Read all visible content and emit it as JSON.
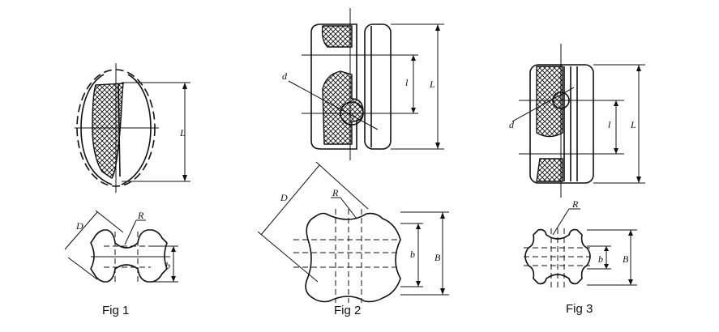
{
  "figures": [
    {
      "caption": "Fig 1",
      "labels": {
        "L": "L",
        "D": "D",
        "R": "R",
        "b": "b"
      }
    },
    {
      "caption": "Fig 2",
      "labels": {
        "d": "d",
        "l": "l",
        "L": "L",
        "D": "D",
        "R": "R",
        "b": "b",
        "B": "B"
      }
    },
    {
      "caption": "Fig 3",
      "labels": {
        "L": "L",
        "l": "l",
        "d": "d",
        "R": "R",
        "b": "b",
        "B": "B"
      }
    }
  ],
  "colors": {
    "ink": "#111111",
    "background": "#ffffff"
  }
}
